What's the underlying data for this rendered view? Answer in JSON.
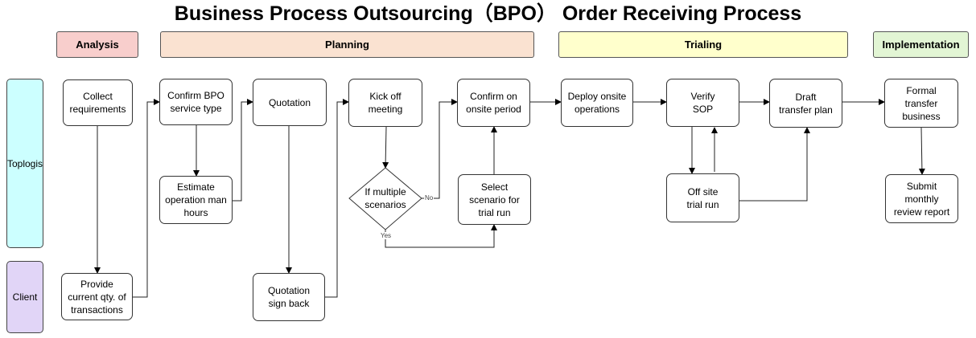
{
  "title": "Business Process Outsourcing（BPO） Order Receiving Process",
  "phases": {
    "analysis": {
      "label": "Analysis",
      "color": "#f8cecc"
    },
    "planning": {
      "label": "Planning",
      "color": "#fae2d1"
    },
    "trialing": {
      "label": "Trialing",
      "color": "#ffffcc"
    },
    "implementation": {
      "label": "Implementation",
      "color": "#e2f5d4"
    }
  },
  "lanes": {
    "toplogis": {
      "label": "Toplogis",
      "color": "#ccffff"
    },
    "client": {
      "label": "Client",
      "color": "#e1d5f7"
    }
  },
  "nodes": {
    "collect_requirements": "Collect\nrequirements",
    "provide_qty": "Provide\ncurrent qty. of\ntransactions",
    "confirm_bpo": "Confirm BPO\nservice type",
    "estimate_hours": "Estimate\noperation man\nhours",
    "quotation": "Quotation",
    "quotation_sign_back": "Quotation\nsign back",
    "kick_off": "Kick off\nmeeting",
    "multiple_scenarios": "If multiple\nscenarios",
    "confirm_onsite": "Confirm on\nonsite period",
    "select_scenario": "Select\nscenario for\ntrial run",
    "deploy_onsite": "Deploy onsite\noperations",
    "verify_sop": "Verify\nSOP",
    "off_site_trial": "Off site\ntrial run",
    "draft_transfer": "Draft\ntransfer plan",
    "formal_transfer": "Formal\ntransfer\nbusiness",
    "submit_report": "Submit\nmonthly\nreview report"
  },
  "edge_labels": {
    "no": "No",
    "yes": "Yes"
  }
}
